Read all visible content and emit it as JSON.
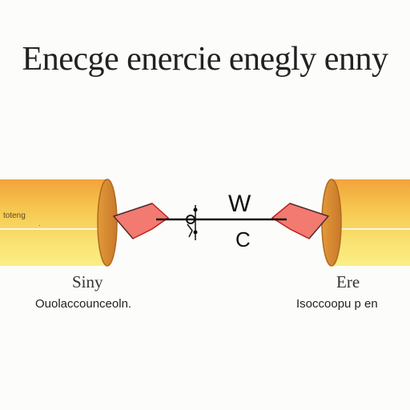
{
  "title": "Enecge enercie enegly enny",
  "left_cylinder": {
    "label": "Siny",
    "caption": "Ouolaccounceoln.",
    "inner_text": "toteng"
  },
  "right_cylinder": {
    "label": "Ere",
    "caption": "Isoccoopu p en"
  },
  "center": {
    "symbol_top": "W",
    "symbol_bottom": "C"
  },
  "colors": {
    "cylinder_top": "#f0a030",
    "cylinder_mid": "#f8d050",
    "cylinder_bottom": "#fbf080",
    "cap": "#d88a30",
    "arrow_fill": "#f27a70",
    "arrow_stroke": "#c02020",
    "line": "#111111"
  }
}
